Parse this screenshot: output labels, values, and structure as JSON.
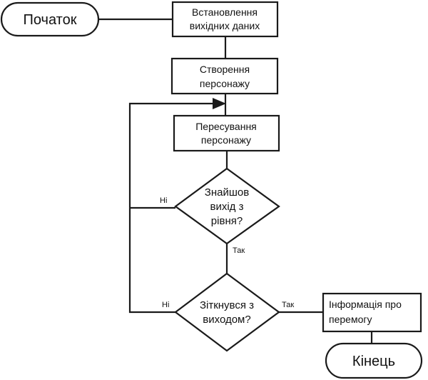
{
  "nodes": {
    "start": {
      "label": "Початок"
    },
    "init_data": {
      "lines": [
        "Встановлення",
        "вихідних даних"
      ]
    },
    "create_char": {
      "lines": [
        "Створення",
        "персонажу"
      ]
    },
    "move_char": {
      "lines": [
        "Пересування",
        "персонажу"
      ]
    },
    "found_exit": {
      "lines": [
        "Знайшов",
        "вихід з",
        "рівня?"
      ]
    },
    "hit_exit": {
      "lines": [
        "Зіткнувся з",
        "виходом?"
      ]
    },
    "victory_info": {
      "lines": [
        "Інформація про",
        "перемогу"
      ]
    },
    "end": {
      "label": "Кінець"
    }
  },
  "edge_labels": {
    "found_no": "Ні",
    "found_yes": "Так",
    "hit_no": "Ні",
    "hit_yes": "Так"
  },
  "colors": {
    "stroke": "#1a1a1a",
    "fill": "#ffffff",
    "text": "#111111"
  }
}
